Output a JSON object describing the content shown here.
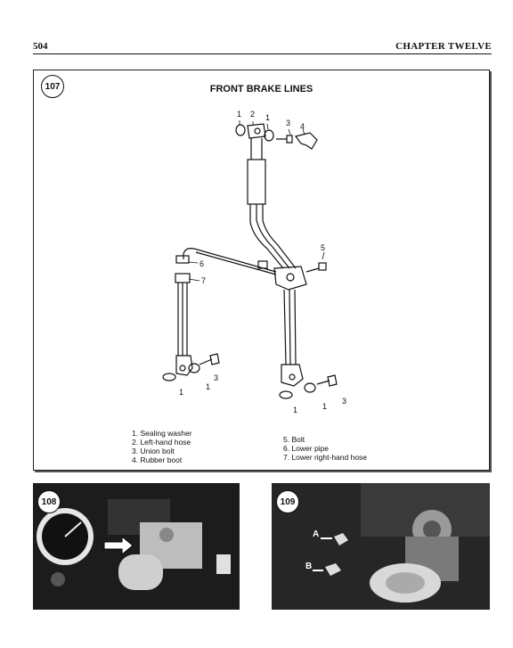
{
  "page": {
    "number": "504",
    "chapter": "CHAPTER TWELVE"
  },
  "figure107": {
    "number": "107",
    "title": "FRONT BRAKE LINES",
    "callouts": [
      "1",
      "2",
      "1",
      "3",
      "4",
      "5",
      "6",
      "7",
      "1",
      "1",
      "3",
      "1",
      "1",
      "3"
    ],
    "legend_left": [
      "1.  Sealing washer",
      "2.  Left-hand hose",
      "3.  Union bolt",
      "4.  Rubber boot"
    ],
    "legend_right": [
      "5.  Bolt",
      "6.  Lower pipe",
      "7.  Lower right-hand hose"
    ]
  },
  "figure108": {
    "number": "108"
  },
  "figure109": {
    "number": "109",
    "label_a": "A",
    "label_b": "B"
  },
  "colors": {
    "ink": "#111111",
    "photo_dark": "#1c1c1c",
    "photo_mid": "#7a7a7a",
    "photo_light": "#d8d8d8"
  }
}
